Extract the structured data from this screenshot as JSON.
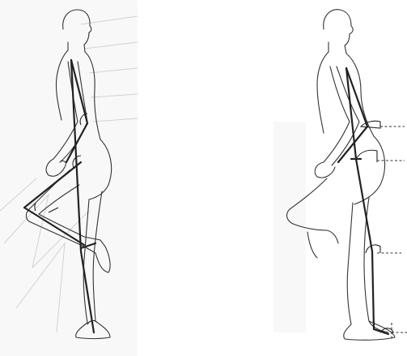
{
  "figure": {
    "panels": [
      {
        "id": "left",
        "description_key": "walking-figure-with-joint-angles"
      },
      {
        "id": "right",
        "description_key": "standing-figure-with-reference-lines"
      }
    ],
    "colors": {
      "ink": "#222222",
      "faint_background": "#f3f3f3"
    }
  }
}
